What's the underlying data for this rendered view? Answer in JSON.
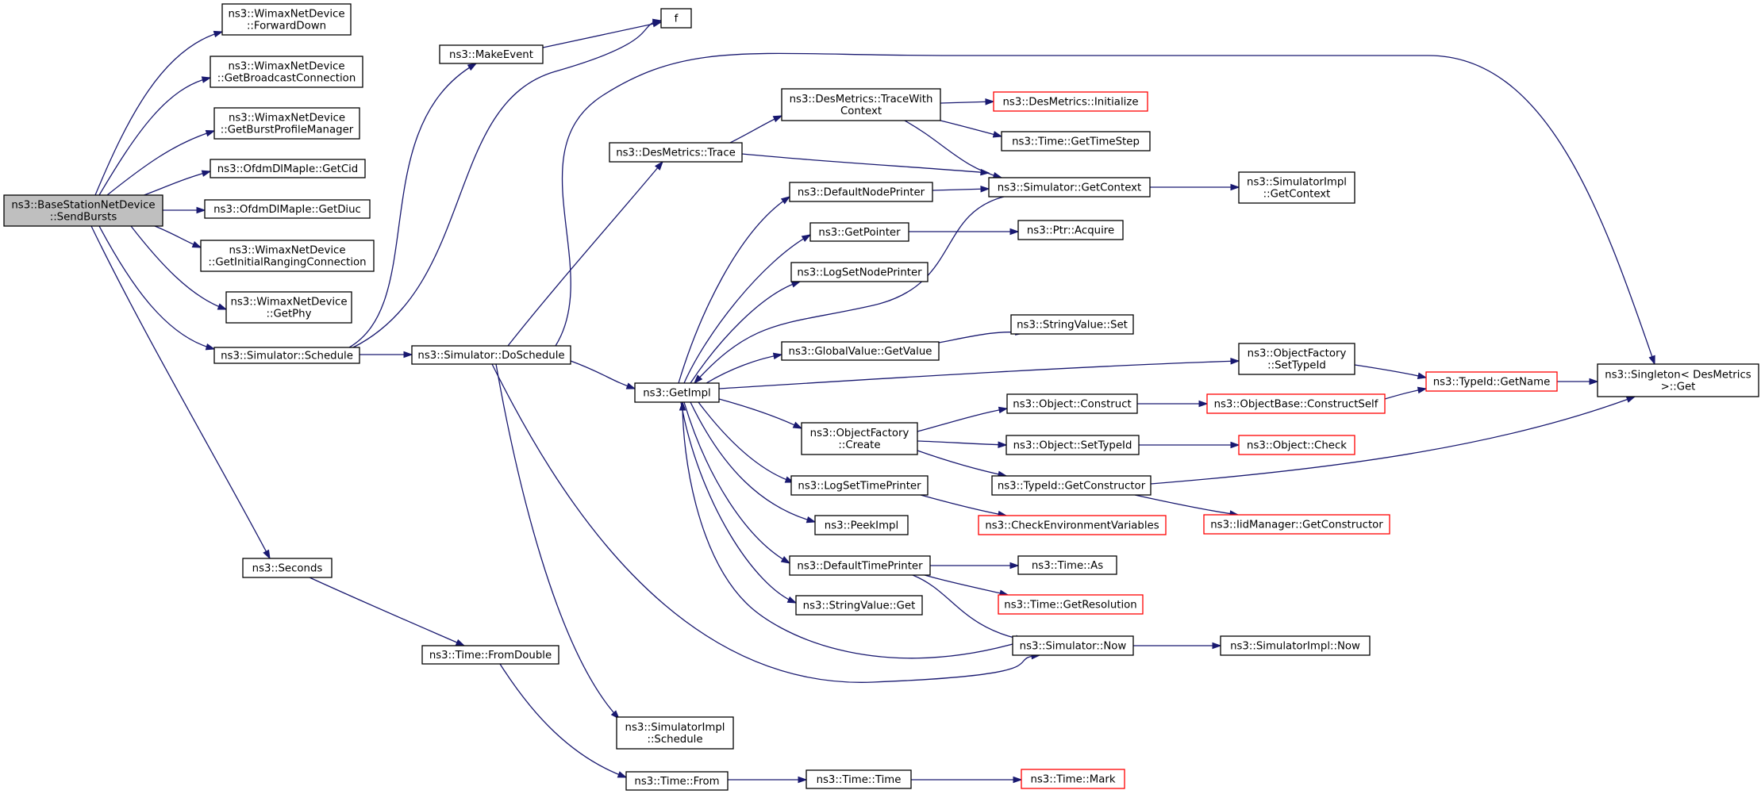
{
  "colors": {
    "edge": "#191970",
    "node_border": "#000000",
    "node_border_truncated": "#ff0000",
    "node_fill": "#ffffff",
    "root_fill": "#bfbfbf"
  },
  "graph": {
    "root": "ns3::BaseStationNetDevice::SendBursts",
    "nodes": [
      {
        "id": "SendBursts",
        "lines": [
          "ns3::BaseStationNetDevice",
          "::SendBursts"
        ],
        "root": true
      },
      {
        "id": "ForwardDown",
        "lines": [
          "ns3::WimaxNetDevice",
          "::ForwardDown"
        ]
      },
      {
        "id": "GetBroadcastConnection",
        "lines": [
          "ns3::WimaxNetDevice",
          "::GetBroadcastConnection"
        ]
      },
      {
        "id": "GetBurstProfileManager",
        "lines": [
          "ns3::WimaxNetDevice",
          "::GetBurstProfileManager"
        ]
      },
      {
        "id": "GetCid",
        "lines": [
          "ns3::OfdmDlMapIe::GetCid"
        ]
      },
      {
        "id": "GetDiuc",
        "lines": [
          "ns3::OfdmDlMapIe::GetDiuc"
        ]
      },
      {
        "id": "GetInitialRangingConnection",
        "lines": [
          "ns3::WimaxNetDevice",
          "::GetInitialRangingConnection"
        ]
      },
      {
        "id": "GetPhy",
        "lines": [
          "ns3::WimaxNetDevice",
          "::GetPhy"
        ]
      },
      {
        "id": "SimSchedule",
        "lines": [
          "ns3::Simulator::Schedule"
        ]
      },
      {
        "id": "Seconds",
        "lines": [
          "ns3::Seconds"
        ]
      },
      {
        "id": "MakeEvent",
        "lines": [
          "ns3::MakeEvent"
        ]
      },
      {
        "id": "f",
        "lines": [
          "f"
        ]
      },
      {
        "id": "DoSchedule",
        "lines": [
          "ns3::Simulator::DoSchedule"
        ]
      },
      {
        "id": "FromDouble",
        "lines": [
          "ns3::Time::FromDouble"
        ]
      },
      {
        "id": "DesTrace",
        "lines": [
          "ns3::DesMetrics::Trace"
        ]
      },
      {
        "id": "GetImpl",
        "lines": [
          "ns3::GetImpl"
        ]
      },
      {
        "id": "SimImplSchedule",
        "lines": [
          "ns3::SimulatorImpl",
          "::Schedule"
        ]
      },
      {
        "id": "TimeFrom",
        "lines": [
          "ns3::Time::From"
        ]
      },
      {
        "id": "TraceWithContext",
        "lines": [
          "ns3::DesMetrics::TraceWith",
          "Context"
        ]
      },
      {
        "id": "DefaultNodePrinter",
        "lines": [
          "ns3::DefaultNodePrinter"
        ]
      },
      {
        "id": "GetPointer",
        "lines": [
          "ns3::GetPointer"
        ]
      },
      {
        "id": "LogSetNodePrinter",
        "lines": [
          "ns3::LogSetNodePrinter"
        ]
      },
      {
        "id": "GlobalGetValue",
        "lines": [
          "ns3::GlobalValue::GetValue"
        ]
      },
      {
        "id": "OFCreate",
        "lines": [
          "ns3::ObjectFactory",
          "::Create"
        ]
      },
      {
        "id": "LogSetTimePrinter",
        "lines": [
          "ns3::LogSetTimePrinter"
        ]
      },
      {
        "id": "PeekImpl",
        "lines": [
          "ns3::PeekImpl"
        ]
      },
      {
        "id": "DefaultTimePrinter",
        "lines": [
          "ns3::DefaultTimePrinter"
        ]
      },
      {
        "id": "StringValueGet",
        "lines": [
          "ns3::StringValue::Get"
        ]
      },
      {
        "id": "TimeTime",
        "lines": [
          "ns3::Time::Time"
        ]
      },
      {
        "id": "DesInitialize",
        "lines": [
          "ns3::DesMetrics::Initialize"
        ],
        "truncated": true
      },
      {
        "id": "GetTimeStep",
        "lines": [
          "ns3::Time::GetTimeStep"
        ]
      },
      {
        "id": "GetContext",
        "lines": [
          "ns3::Simulator::GetContext"
        ]
      },
      {
        "id": "PtrAcquire",
        "lines": [
          "ns3::Ptr::Acquire"
        ]
      },
      {
        "id": "StringValueSet",
        "lines": [
          "ns3::StringValue::Set"
        ]
      },
      {
        "id": "ObjConstruct",
        "lines": [
          "ns3::Object::Construct"
        ]
      },
      {
        "id": "ObjSetTypeId",
        "lines": [
          "ns3::Object::SetTypeId"
        ]
      },
      {
        "id": "TypeIdGetConstructor",
        "lines": [
          "ns3::TypeId::GetConstructor"
        ]
      },
      {
        "id": "CheckEnv",
        "lines": [
          "ns3::CheckEnvironmentVariables"
        ],
        "truncated": true
      },
      {
        "id": "TimeAs",
        "lines": [
          "ns3::Time::As"
        ]
      },
      {
        "id": "GetResolution",
        "lines": [
          "ns3::Time::GetResolution"
        ],
        "truncated": true
      },
      {
        "id": "SimNow",
        "lines": [
          "ns3::Simulator::Now"
        ]
      },
      {
        "id": "TimeMark",
        "lines": [
          "ns3::Time::Mark"
        ],
        "truncated": true
      },
      {
        "id": "SimImplGetContext",
        "lines": [
          "ns3::SimulatorImpl",
          "::GetContext"
        ]
      },
      {
        "id": "OFSetTypeId",
        "lines": [
          "ns3::ObjectFactory",
          "::SetTypeId"
        ]
      },
      {
        "id": "ConstructSelf",
        "lines": [
          "ns3::ObjectBase::ConstructSelf"
        ],
        "truncated": true
      },
      {
        "id": "ObjCheck",
        "lines": [
          "ns3::Object::Check"
        ],
        "truncated": true
      },
      {
        "id": "IidGetConstructor",
        "lines": [
          "ns3::IidManager::GetConstructor"
        ],
        "truncated": true
      },
      {
        "id": "SimImplNow",
        "lines": [
          "ns3::SimulatorImpl::Now"
        ]
      },
      {
        "id": "TypeIdGetName",
        "lines": [
          "ns3::TypeId::GetName"
        ],
        "truncated": true
      },
      {
        "id": "SingletonGet",
        "lines": [
          "ns3::Singleton< DesMetrics",
          " >::Get"
        ]
      }
    ],
    "edges": [
      [
        "SendBursts",
        "ForwardDown"
      ],
      [
        "SendBursts",
        "GetBroadcastConnection"
      ],
      [
        "SendBursts",
        "GetBurstProfileManager"
      ],
      [
        "SendBursts",
        "GetCid"
      ],
      [
        "SendBursts",
        "GetDiuc"
      ],
      [
        "SendBursts",
        "GetInitialRangingConnection"
      ],
      [
        "SendBursts",
        "GetPhy"
      ],
      [
        "SendBursts",
        "SimSchedule"
      ],
      [
        "SendBursts",
        "Seconds"
      ],
      [
        "SimSchedule",
        "MakeEvent"
      ],
      [
        "SimSchedule",
        "f"
      ],
      [
        "SimSchedule",
        "DoSchedule"
      ],
      [
        "MakeEvent",
        "f"
      ],
      [
        "Seconds",
        "FromDouble"
      ],
      [
        "DoSchedule",
        "DesTrace"
      ],
      [
        "DoSchedule",
        "SingletonGet"
      ],
      [
        "DoSchedule",
        "GetImpl"
      ],
      [
        "DoSchedule",
        "SimImplSchedule"
      ],
      [
        "DoSchedule",
        "SimNow"
      ],
      [
        "FromDouble",
        "TimeFrom"
      ],
      [
        "TimeFrom",
        "TimeTime"
      ],
      [
        "TimeTime",
        "TimeMark"
      ],
      [
        "DesTrace",
        "TraceWithContext"
      ],
      [
        "DesTrace",
        "GetContext"
      ],
      [
        "TraceWithContext",
        "DesInitialize"
      ],
      [
        "TraceWithContext",
        "GetTimeStep"
      ],
      [
        "TraceWithContext",
        "GetContext"
      ],
      [
        "GetContext",
        "SimImplGetContext"
      ],
      [
        "GetContext",
        "GetImpl"
      ],
      [
        "GetImpl",
        "DefaultNodePrinter"
      ],
      [
        "GetImpl",
        "GetPointer"
      ],
      [
        "GetImpl",
        "LogSetNodePrinter"
      ],
      [
        "GetImpl",
        "GlobalGetValue"
      ],
      [
        "GetImpl",
        "OFSetTypeId"
      ],
      [
        "GetImpl",
        "OFCreate"
      ],
      [
        "GetImpl",
        "LogSetTimePrinter"
      ],
      [
        "GetImpl",
        "PeekImpl"
      ],
      [
        "GetImpl",
        "DefaultTimePrinter"
      ],
      [
        "GetImpl",
        "StringValueGet"
      ],
      [
        "SimNow",
        "GetImpl"
      ],
      [
        "SimNow",
        "SimImplNow"
      ],
      [
        "DefaultNodePrinter",
        "GetContext"
      ],
      [
        "GetPointer",
        "PtrAcquire"
      ],
      [
        "GlobalGetValue",
        "StringValueSet"
      ],
      [
        "OFSetTypeId",
        "TypeIdGetName"
      ],
      [
        "OFCreate",
        "ObjConstruct"
      ],
      [
        "OFCreate",
        "ObjSetTypeId"
      ],
      [
        "OFCreate",
        "TypeIdGetConstructor"
      ],
      [
        "ObjConstruct",
        "ConstructSelf"
      ],
      [
        "ConstructSelf",
        "TypeIdGetName"
      ],
      [
        "ObjSetTypeId",
        "ObjCheck"
      ],
      [
        "TypeIdGetConstructor",
        "SingletonGet"
      ],
      [
        "TypeIdGetConstructor",
        "IidGetConstructor"
      ],
      [
        "TypeIdGetName",
        "SingletonGet"
      ],
      [
        "LogSetTimePrinter",
        "CheckEnv"
      ],
      [
        "DefaultTimePrinter",
        "TimeAs"
      ],
      [
        "DefaultTimePrinter",
        "GetResolution"
      ],
      [
        "DefaultTimePrinter",
        "SimNow"
      ]
    ]
  }
}
